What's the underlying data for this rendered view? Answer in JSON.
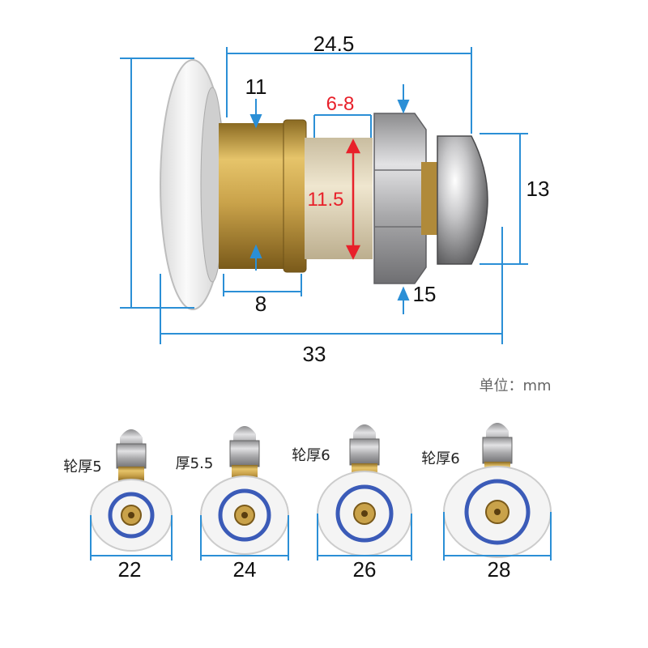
{
  "main_dimensions": {
    "length_top": "24.5",
    "stem_diameter": "11",
    "gap_width": "6-8",
    "gap_height": "11.5",
    "head_height": "13",
    "flange_width": "8",
    "nut_size": "15",
    "total_height": "33"
  },
  "unit_label": "单位：mm",
  "variants": [
    {
      "thickness": "轮厚5",
      "diameter": "22"
    },
    {
      "thickness": "厚5.5",
      "diameter": "24"
    },
    {
      "thickness": "轮厚6",
      "diameter": "26"
    },
    {
      "thickness": "轮厚6",
      "diameter": "28"
    }
  ],
  "colors": {
    "dimension_line": "#2b8fd6",
    "highlight": "#e8202a",
    "brass": "#c9a24a",
    "steel": "#a9a9ab",
    "wheel": "#f2f2f2",
    "bearing": "#3b5bb8"
  }
}
